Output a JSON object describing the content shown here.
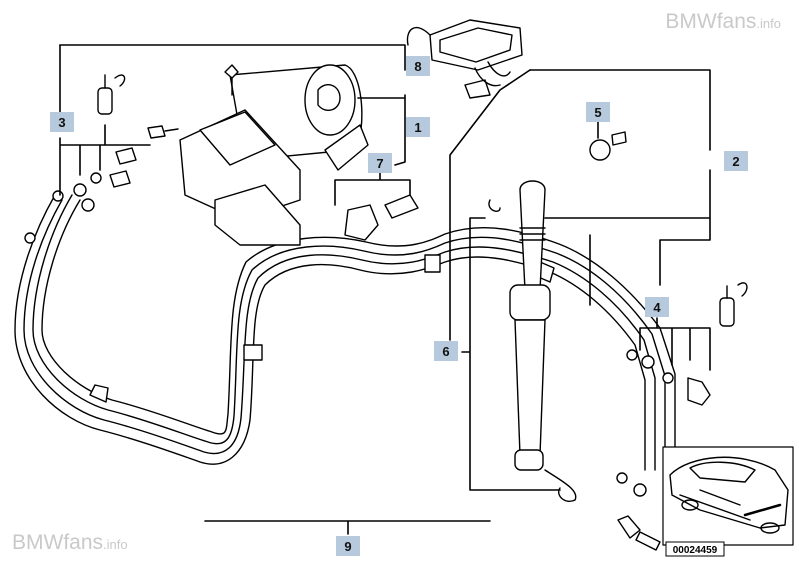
{
  "watermark": {
    "brand": "BMWfans",
    "suffix": ".info"
  },
  "callouts": [
    "8",
    "1",
    "2",
    "3",
    "5",
    "7",
    "4",
    "6",
    "9"
  ],
  "reference_number": "00024459",
  "colors": {
    "callout_bg": "#b7c9dd",
    "line": "#000000",
    "part_fill": "#ffffff",
    "watermark": "#c9c9c9"
  }
}
